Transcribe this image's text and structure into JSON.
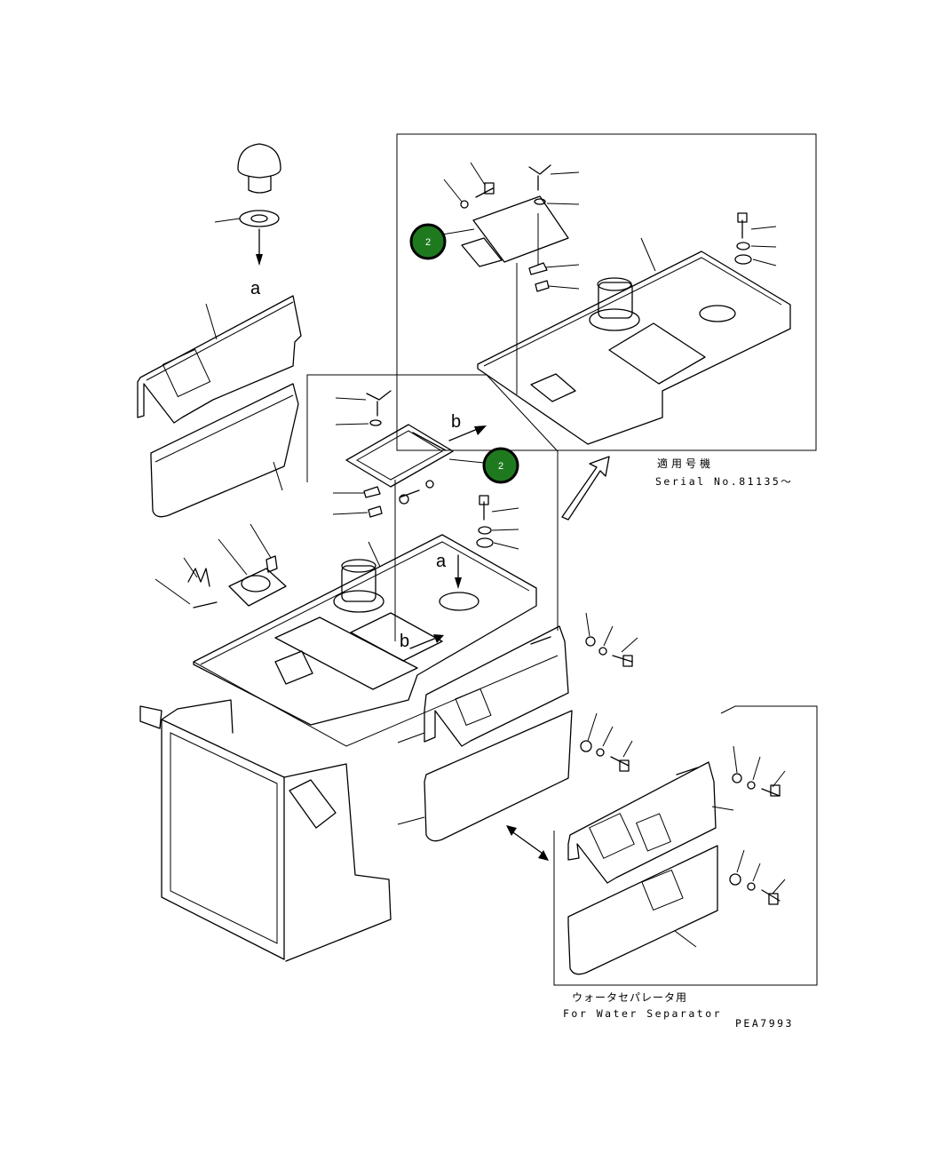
{
  "callouts": [
    {
      "id": "callout-2-upper",
      "number": "2"
    },
    {
      "id": "callout-2-main",
      "number": "2"
    }
  ],
  "view_labels": {
    "a_top": "a",
    "a_main": "a",
    "b_upper": "b",
    "b_lower": "b"
  },
  "notes": {
    "serial_jp": "適用号機",
    "serial_en": "Serial No.81135～",
    "water_jp": "ウォータセパレータ用",
    "water_en": "For Water Separator"
  },
  "drawing_code": "PEA7993",
  "colors": {
    "callout_fill": "#1f7a1f",
    "line": "#000000",
    "background": "#ffffff"
  }
}
